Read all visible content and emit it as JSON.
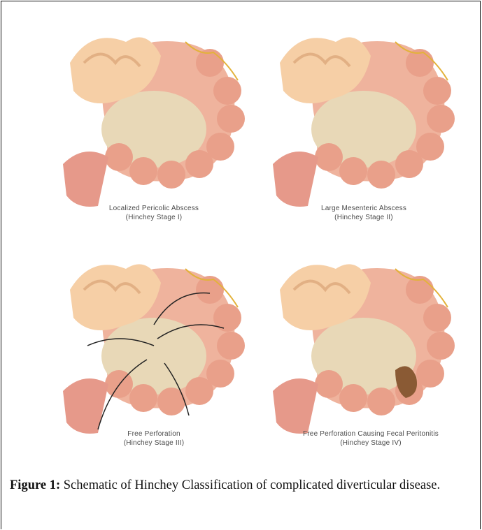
{
  "panels": [
    {
      "caption_line1": "Localized Pericolic Abscess",
      "caption_line2": "(Hinchey Stage I)"
    },
    {
      "caption_line1": "Large Mesenteric Abscess",
      "caption_line2": "(Hinchey Stage II)"
    },
    {
      "caption_line1": "Free Perforation",
      "caption_line2": "(Hinchey Stage III)"
    },
    {
      "caption_line1": "Free Perforation Causing Fecal Peritonitis",
      "caption_line2": "(Hinchey Stage IV)"
    }
  ],
  "figure_caption": {
    "label": "Figure 1:",
    "text": " Schematic of Hinchey Classification of complicated diverticular disease."
  },
  "colors": {
    "colon": "#e9a08a",
    "colon_dark": "#c9705e",
    "small_bowel": "#f6cfa6",
    "mesentery": "#e6d6b4",
    "fecal": "#8a5a34"
  }
}
